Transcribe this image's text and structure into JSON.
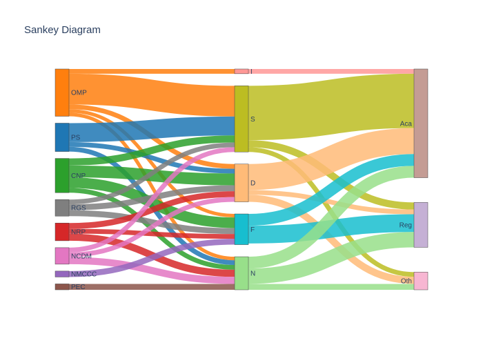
{
  "chart_data": {
    "type": "sankey",
    "title": "Sankey Diagram",
    "nodes": [
      {
        "id": "OMP",
        "label": "OMP",
        "color": "#ff7f0e"
      },
      {
        "id": "PS",
        "label": "PS",
        "color": "#1f77b4"
      },
      {
        "id": "CNP",
        "label": "CNP",
        "color": "#2ca02c"
      },
      {
        "id": "RGS",
        "label": "RGS",
        "color": "#7f7f7f"
      },
      {
        "id": "NRP",
        "label": "NRP",
        "color": "#d62728"
      },
      {
        "id": "NCDM",
        "label": "NCDM",
        "color": "#e377c2"
      },
      {
        "id": "NMCCC",
        "label": "NMCCC",
        "color": "#9467bd"
      },
      {
        "id": "PEC",
        "label": "PEC",
        "color": "#8c564b"
      },
      {
        "id": "I",
        "label": "I",
        "color": "#ff9896"
      },
      {
        "id": "S",
        "label": "S",
        "color": "#bcbd22"
      },
      {
        "id": "D",
        "label": "D",
        "color": "#ffbb78"
      },
      {
        "id": "F",
        "label": "F",
        "color": "#17becf"
      },
      {
        "id": "N",
        "label": "N",
        "color": "#98df8a"
      },
      {
        "id": "Aca",
        "label": "Aca",
        "color": "#c49c94"
      },
      {
        "id": "Reg",
        "label": "Reg",
        "color": "#c5b0d5"
      },
      {
        "id": "Oth",
        "label": "Oth",
        "color": "#f7b6d2"
      }
    ],
    "links": [
      {
        "source": "OMP",
        "target": "I",
        "value": 2
      },
      {
        "source": "OMP",
        "target": "S",
        "value": 13
      },
      {
        "source": "OMP",
        "target": "D",
        "value": 2
      },
      {
        "source": "OMP",
        "target": "F",
        "value": 1.5
      },
      {
        "source": "OMP",
        "target": "N",
        "value": 1.5
      },
      {
        "source": "PS",
        "target": "S",
        "value": 8
      },
      {
        "source": "PS",
        "target": "D",
        "value": 2
      },
      {
        "source": "PS",
        "target": "N",
        "value": 2
      },
      {
        "source": "CNP",
        "target": "S",
        "value": 3
      },
      {
        "source": "CNP",
        "target": "D",
        "value": 5
      },
      {
        "source": "CNP",
        "target": "F",
        "value": 4.5
      },
      {
        "source": "CNP",
        "target": "N",
        "value": 2
      },
      {
        "source": "RGS",
        "target": "S",
        "value": 2
      },
      {
        "source": "RGS",
        "target": "D",
        "value": 2.5
      },
      {
        "source": "RGS",
        "target": "F",
        "value": 2.5
      },
      {
        "source": "NRP",
        "target": "D",
        "value": 2.5
      },
      {
        "source": "NRP",
        "target": "F",
        "value": 2
      },
      {
        "source": "NRP",
        "target": "N",
        "value": 3
      },
      {
        "source": "NCDM",
        "target": "S",
        "value": 2
      },
      {
        "source": "NCDM",
        "target": "D",
        "value": 2
      },
      {
        "source": "NCDM",
        "target": "N",
        "value": 3
      },
      {
        "source": "NMCCC",
        "target": "F",
        "value": 2.5
      },
      {
        "source": "PEC",
        "target": "N",
        "value": 2.5
      },
      {
        "source": "I",
        "target": "Aca",
        "value": 2
      },
      {
        "source": "S",
        "target": "Aca",
        "value": 23
      },
      {
        "source": "S",
        "target": "Reg",
        "value": 3
      },
      {
        "source": "S",
        "target": "Oth",
        "value": 2
      },
      {
        "source": "D",
        "target": "Aca",
        "value": 11
      },
      {
        "source": "D",
        "target": "Reg",
        "value": 2
      },
      {
        "source": "D",
        "target": "Oth",
        "value": 3
      },
      {
        "source": "F",
        "target": "Aca",
        "value": 5
      },
      {
        "source": "F",
        "target": "Reg",
        "value": 7.5
      },
      {
        "source": "N",
        "target": "Aca",
        "value": 5
      },
      {
        "source": "N",
        "target": "Reg",
        "value": 6.5
      },
      {
        "source": "N",
        "target": "Oth",
        "value": 2.5
      }
    ]
  }
}
